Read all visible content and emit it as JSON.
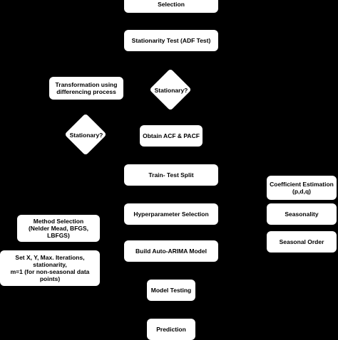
{
  "nodes": {
    "selection": "Selection",
    "stationarity_test": "Stationarity Test (ADF Test)",
    "stationary_check_1": "Stationary?",
    "transformation": "Transformation using\ndifferencing process",
    "stationary_check_2": "Stationary?",
    "obtain_acf_pacf": "Obtain ACF & PACF",
    "train_test_split": "Train- Test Split",
    "hyperparameter_selection": "Hyperparameter Selection",
    "build_auto_arima": "Build Auto-ARIMA Model",
    "model_testing": "Model Testing",
    "prediction": "Prediction",
    "method_selection": "Method Selection\n(Nelder Mead, BFGS,\nLBFGS)",
    "set_params": "Set X, Y, Max. Iterations,\nstationarity,\nm=1 (for non-seasonal data\npoints)",
    "coefficient_estimation": "Coefficient Estimation\n(p,d,q)",
    "seasonality": "Seasonality",
    "seasonal_order": "Seasonal Order"
  }
}
